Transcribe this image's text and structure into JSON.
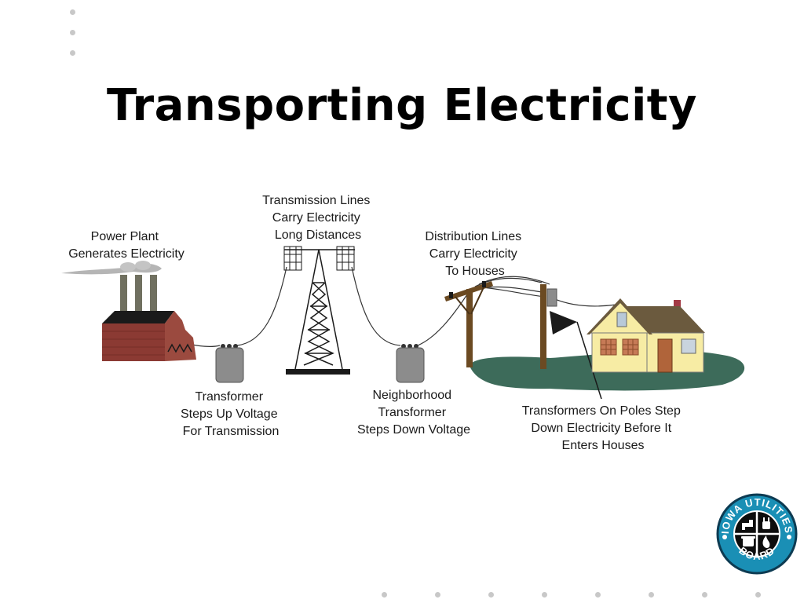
{
  "title": "Transporting Electricity",
  "labels": {
    "power_plant": [
      "Power Plant",
      "Generates Electricity"
    ],
    "transmission_lines": [
      "Transmission Lines",
      "Carry Electricity",
      "Long Distances"
    ],
    "distribution_lines": [
      "Distribution Lines",
      "Carry Electricity",
      "To Houses"
    ],
    "step_up_transformer": [
      "Transformer",
      "Steps Up Voltage",
      "For Transmission"
    ],
    "neighborhood_transformer": [
      "Neighborhood",
      "Transformer",
      "Steps Down Voltage"
    ],
    "pole_transformers": [
      "Transformers On Poles Step",
      "Down Electricity Before It",
      "Enters Houses"
    ]
  },
  "logo": {
    "top_text": "IOWA UTILITIES",
    "bottom_text": "BOARD"
  },
  "colors": {
    "factory_brick": "#8b3a33",
    "factory_roof": "#1a1a1a",
    "transformer": "#8c8c8c",
    "pole": "#6b4a22",
    "lawn": "#3d6b5a",
    "house_wall": "#f7eca4",
    "house_roof": "#6b5a3e",
    "logo_blue": "#1a8fb5"
  }
}
